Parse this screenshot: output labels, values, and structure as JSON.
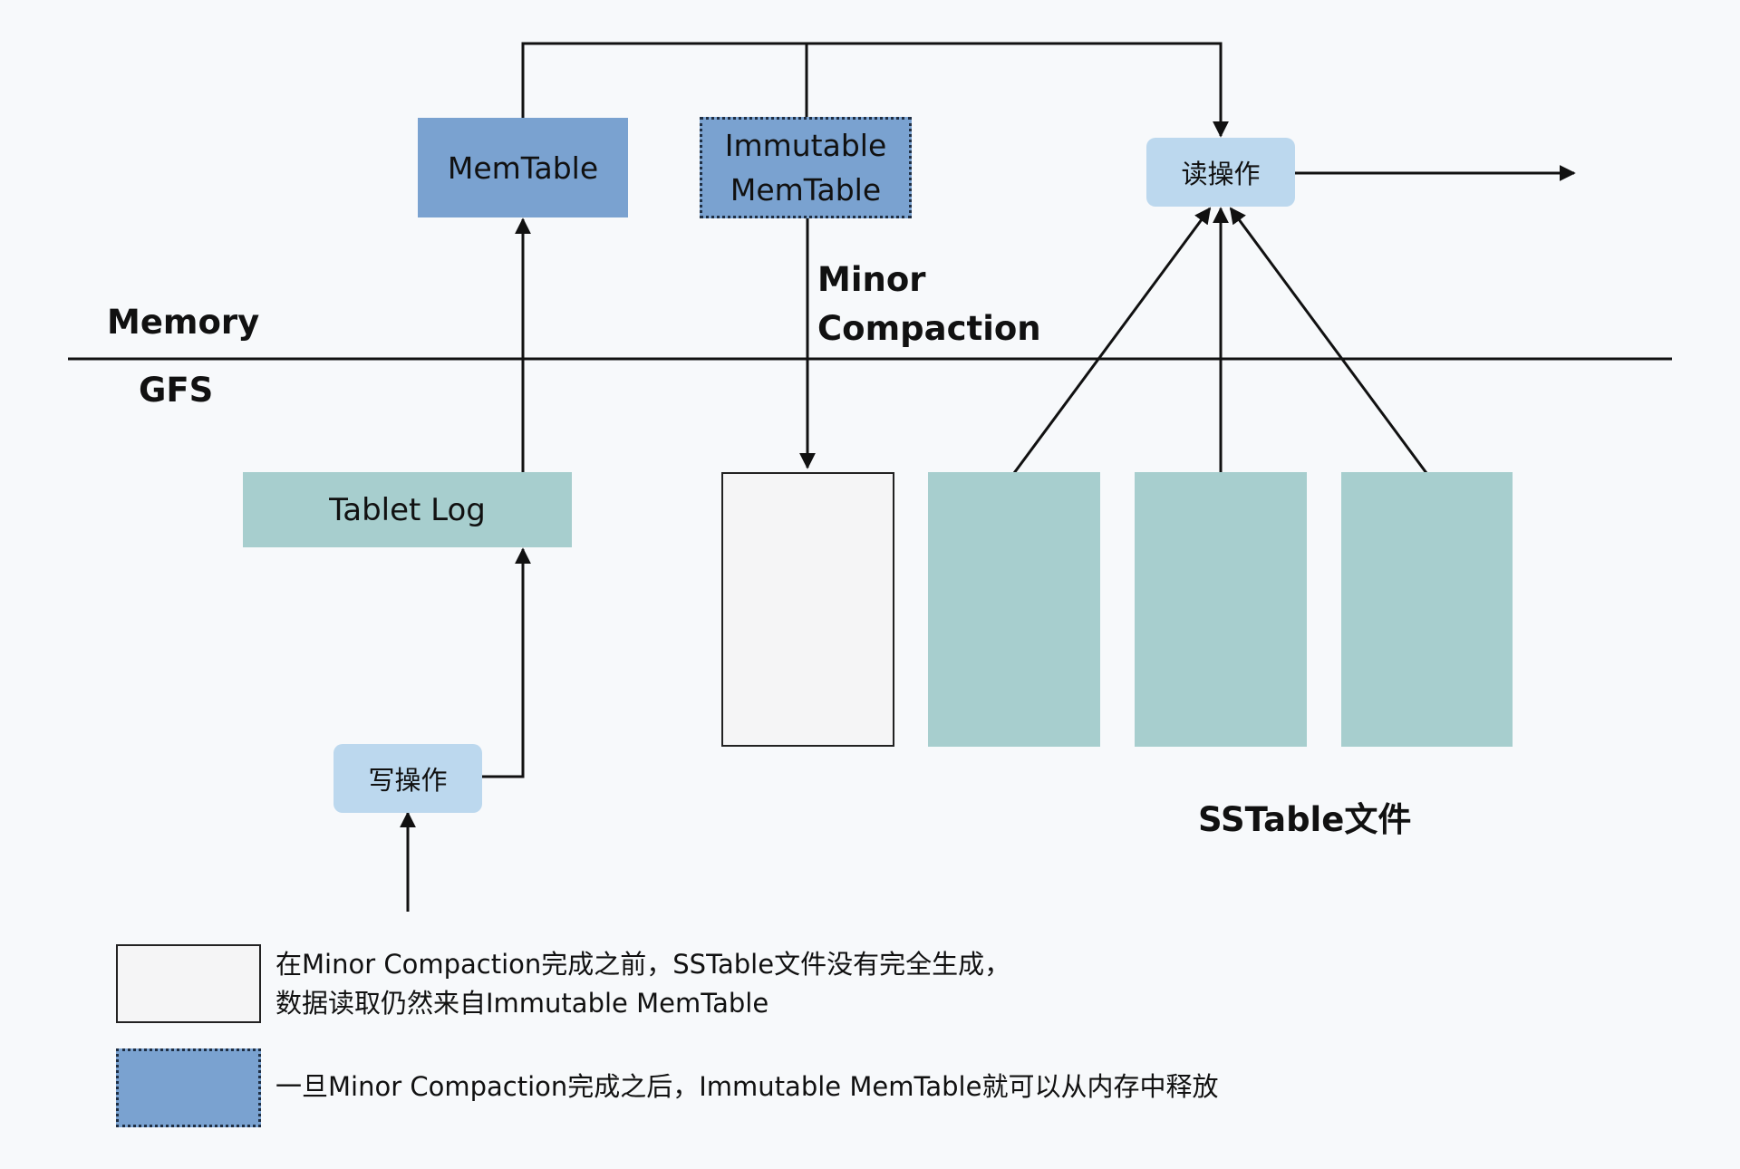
{
  "boxes": {
    "memtable": "MemTable",
    "immutable_line1": "Immutable",
    "immutable_line2": "MemTable",
    "read_op": "读操作",
    "write_op": "写操作",
    "tablet_log": "Tablet Log"
  },
  "labels": {
    "minor_line1": "Minor",
    "minor_line2": "Compaction",
    "memory": "Memory",
    "gfs": "GFS",
    "sstable": "SSTable文件"
  },
  "legend": {
    "white_line1": "在Minor Compaction完成之前，SSTable文件没有完全生成，",
    "white_line2": "数据读取仍然来自Immutable MemTable",
    "blue_line1": "一旦Minor Compaction完成之后，Immutable MemTable就可以从内存中释放"
  },
  "colors": {
    "memtable_blue": "#7aa2d0",
    "op_light_blue": "#bcd8ee",
    "teal": "#a7cece",
    "new_file": "#f5f5f6",
    "line": "#111111"
  }
}
